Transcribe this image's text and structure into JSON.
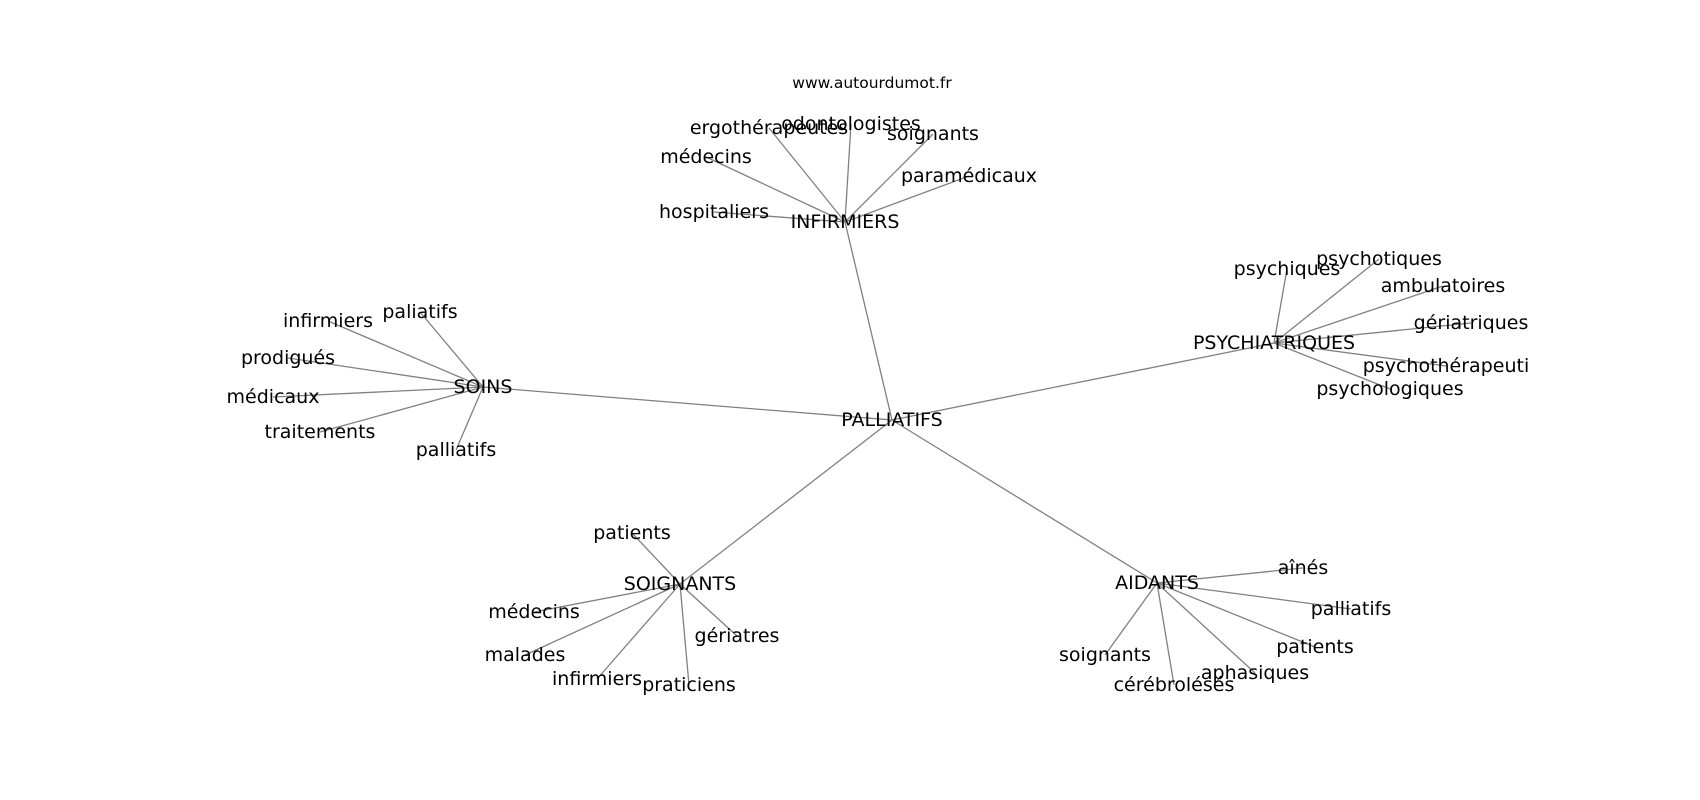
{
  "site_label": "www.autourdumot.fr",
  "colors": {
    "edge": "#808080",
    "text": "#000000",
    "background": "#ffffff"
  },
  "graph": {
    "root": "PALLIATIFS",
    "branches": [
      {
        "hub": "INFIRMIERS",
        "leaves": [
          "médecins",
          "ergothérapeutes",
          "odontologistes",
          "soignants",
          "paramédicaux",
          "hospitaliers"
        ]
      },
      {
        "hub": "SOINS",
        "leaves": [
          "infirmiers",
          "paliatifs",
          "prodigués",
          "médicaux",
          "traitements",
          "palliatifs"
        ]
      },
      {
        "hub": "PSYCHIATRIQUES",
        "leaves": [
          "psychiques",
          "psychotiques",
          "ambulatoires",
          "gériatriques",
          "psychothérapeuti",
          "psychologiques"
        ]
      },
      {
        "hub": "SOIGNANTS",
        "leaves": [
          "patients",
          "médecins",
          "malades",
          "infirmiers",
          "praticiens",
          "gériatres"
        ]
      },
      {
        "hub": "AIDANTS",
        "leaves": [
          "aînés",
          "palliatifs",
          "patients",
          "aphasiques",
          "cérébrolésés",
          "soignants"
        ]
      }
    ]
  }
}
